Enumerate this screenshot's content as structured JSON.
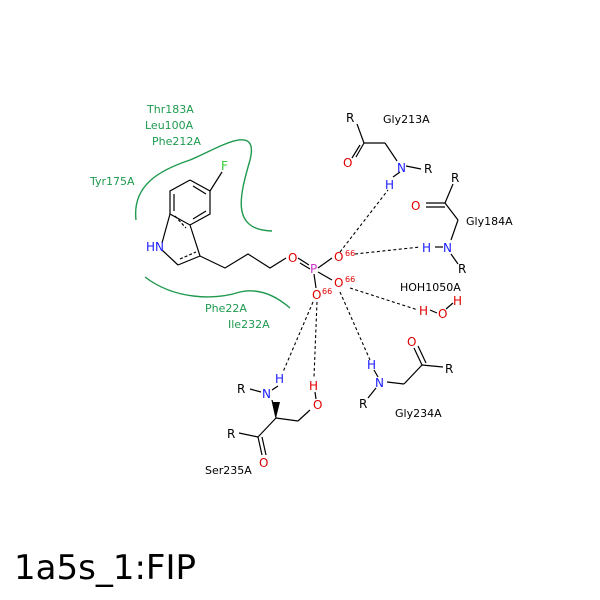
{
  "caption": "1a5s_1:FIP",
  "colors": {
    "hydrophobic": "#1f9a4f",
    "fluorine": "#33cc33",
    "nitrogen": "#1a1aff",
    "oxygen": "#e00000",
    "phosphorus": "#cc33cc",
    "bond": "#000000",
    "text": "#000000"
  },
  "hydrophobic_residues": {
    "thr183": "Thr183A",
    "leu100": "Leu100A",
    "phe212": "Phe212A",
    "tyr175": "Tyr175A",
    "phe22": "Phe22A",
    "ile232": "Ile232A"
  },
  "residues": {
    "gly213": "Gly213A",
    "gly184": "Gly184A",
    "hoh1050": "HOH1050A",
    "gly234": "Gly234A",
    "ser235": "Ser235A"
  },
  "atoms": {
    "R": "R",
    "O": "O",
    "N": "N",
    "H": "H",
    "P": "P",
    "F": "F",
    "HN": "HN"
  },
  "distances": {
    "d1": "66",
    "d2": "66",
    "d3": "66"
  }
}
